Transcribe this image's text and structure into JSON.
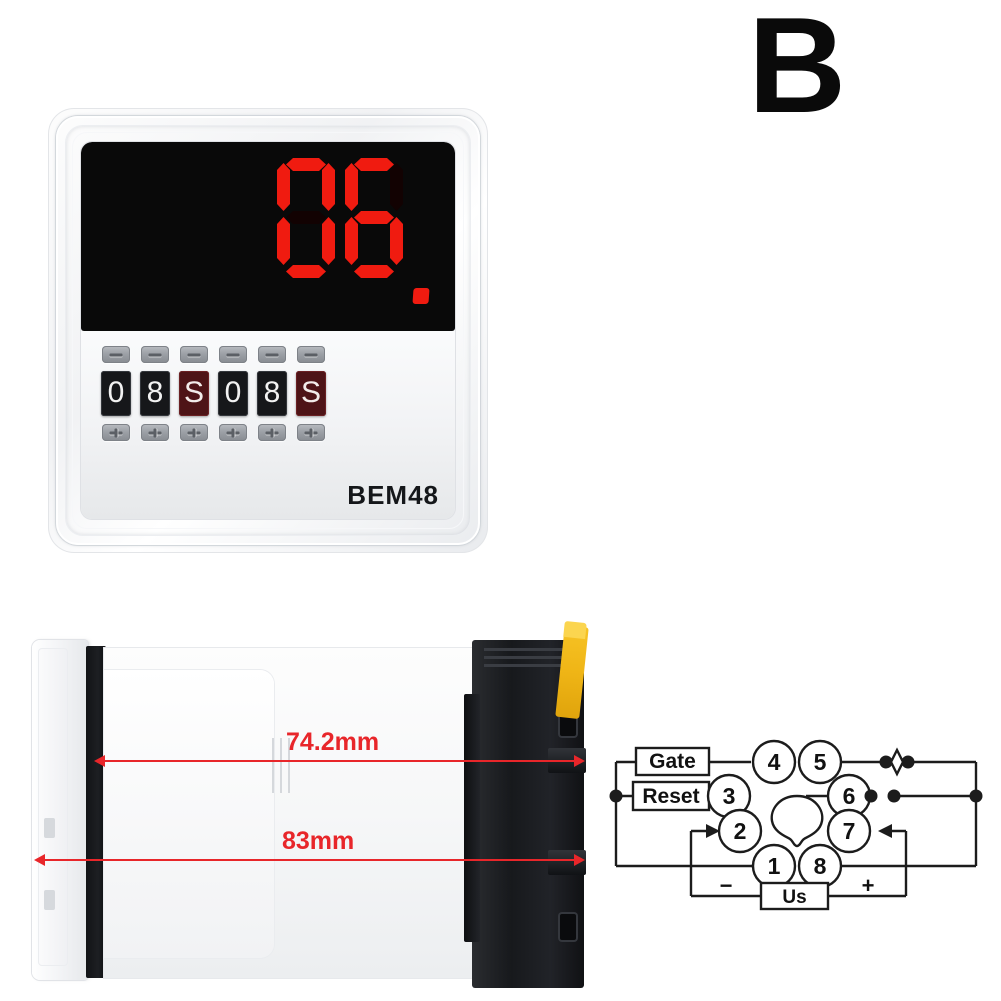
{
  "variant": {
    "letter": "B"
  },
  "product": {
    "model_label": "BEM48",
    "led_display": {
      "value": "06.",
      "digits": [
        "0",
        "6"
      ],
      "decimal_point": true,
      "color": "#f01b10",
      "background": "#090909"
    },
    "thumbwheels": [
      {
        "value": "0",
        "type": "digit"
      },
      {
        "value": "8",
        "type": "digit"
      },
      {
        "value": "S",
        "type": "unit"
      },
      {
        "value": "0",
        "type": "digit"
      },
      {
        "value": "8",
        "type": "digit"
      },
      {
        "value": "S",
        "type": "unit"
      }
    ],
    "increment_buttons": [
      "+",
      "+",
      "+",
      "+",
      "+",
      "+"
    ],
    "decrement_buttons": [
      "-",
      "-",
      "-",
      "-",
      "-",
      "-"
    ]
  },
  "dimensions": {
    "depth_body": "74.2mm",
    "depth_total": "83mm",
    "line_color": "#e8262a"
  },
  "wiring": {
    "labels": {
      "gate": "Gate",
      "reset": "Reset",
      "supply": "Us",
      "negative": "−",
      "positive": "+"
    },
    "terminals": [
      "1",
      "2",
      "3",
      "4",
      "5",
      "6",
      "7",
      "8"
    ]
  }
}
